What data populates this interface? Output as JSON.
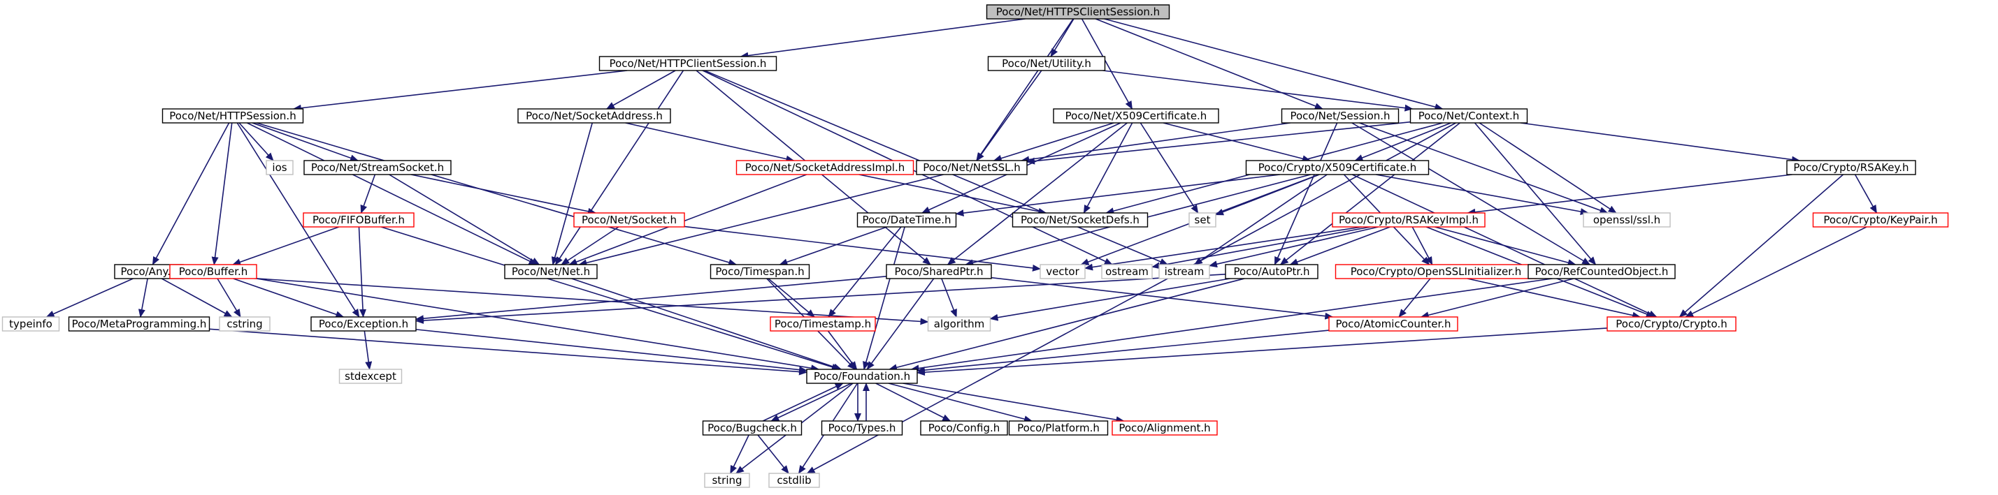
{
  "diagram": {
    "colors": {
      "edge": "#191970",
      "box_border_black": "#000000",
      "box_border_red": "#ff0000",
      "box_border_gray": "#bfbfbf",
      "root_fill": "#bfbfbf",
      "node_fill": "#ffffff"
    },
    "nodes": [
      {
        "id": "root",
        "label": "Poco/Net/HTTPSClientSession.h",
        "style": "root"
      },
      {
        "id": "httpclient",
        "label": "Poco/Net/HTTPClientSession.h",
        "style": "black"
      },
      {
        "id": "utility",
        "label": "Poco/Net/Utility.h",
        "style": "black"
      },
      {
        "id": "httpsession",
        "label": "Poco/Net/HTTPSession.h",
        "style": "black"
      },
      {
        "id": "sockaddr",
        "label": "Poco/Net/SocketAddress.h",
        "style": "black"
      },
      {
        "id": "x509net",
        "label": "Poco/Net/X509Certificate.h",
        "style": "black"
      },
      {
        "id": "session",
        "label": "Poco/Net/Session.h",
        "style": "black"
      },
      {
        "id": "context",
        "label": "Poco/Net/Context.h",
        "style": "black"
      },
      {
        "id": "ios",
        "label": "ios",
        "style": "gray"
      },
      {
        "id": "streamsock",
        "label": "Poco/Net/StreamSocket.h",
        "style": "black"
      },
      {
        "id": "sockaddrimpl",
        "label": "Poco/Net/SocketAddressImpl.h",
        "style": "red"
      },
      {
        "id": "netssl",
        "label": "Poco/Net/NetSSL.h",
        "style": "black"
      },
      {
        "id": "cx509",
        "label": "Poco/Crypto/X509Certificate.h",
        "style": "black"
      },
      {
        "id": "rsakey",
        "label": "Poco/Crypto/RSAKey.h",
        "style": "black"
      },
      {
        "id": "fifobuf",
        "label": "Poco/FIFOBuffer.h",
        "style": "red"
      },
      {
        "id": "socket",
        "label": "Poco/Net/Socket.h",
        "style": "red"
      },
      {
        "id": "datetime",
        "label": "Poco/DateTime.h",
        "style": "black"
      },
      {
        "id": "sockdefs",
        "label": "Poco/Net/SocketDefs.h",
        "style": "black"
      },
      {
        "id": "set",
        "label": "set",
        "style": "gray"
      },
      {
        "id": "rsakeyimpl",
        "label": "Poco/Crypto/RSAKeyImpl.h",
        "style": "red"
      },
      {
        "id": "opensslssl",
        "label": "openssl/ssl.h",
        "style": "gray"
      },
      {
        "id": "keypair",
        "label": "Poco/Crypto/KeyPair.h",
        "style": "red"
      },
      {
        "id": "any",
        "label": "Poco/Any.h",
        "style": "black"
      },
      {
        "id": "buffer",
        "label": "Poco/Buffer.h",
        "style": "red"
      },
      {
        "id": "netnet",
        "label": "Poco/Net/Net.h",
        "style": "black"
      },
      {
        "id": "timespan",
        "label": "Poco/Timespan.h",
        "style": "black"
      },
      {
        "id": "sharedptr",
        "label": "Poco/SharedPtr.h",
        "style": "black"
      },
      {
        "id": "vector",
        "label": "vector",
        "style": "gray"
      },
      {
        "id": "ostream",
        "label": "ostream",
        "style": "gray"
      },
      {
        "id": "istream",
        "label": "istream",
        "style": "gray"
      },
      {
        "id": "autoptr",
        "label": "Poco/AutoPtr.h",
        "style": "black"
      },
      {
        "id": "opensslinit",
        "label": "Poco/Crypto/OpenSSLInitializer.h",
        "style": "red"
      },
      {
        "id": "refcounted",
        "label": "Poco/RefCountedObject.h",
        "style": "black"
      },
      {
        "id": "typeinfo",
        "label": "typeinfo",
        "style": "gray"
      },
      {
        "id": "cstring",
        "label": "cstring",
        "style": "gray"
      },
      {
        "id": "exception",
        "label": "Poco/Exception.h",
        "style": "black"
      },
      {
        "id": "algorithm",
        "label": "algorithm",
        "style": "gray"
      },
      {
        "id": "metaprog",
        "label": "Poco/MetaProgramming.h",
        "style": "black"
      },
      {
        "id": "timestamp",
        "label": "Poco/Timestamp.h",
        "style": "red"
      },
      {
        "id": "atomiccounter",
        "label": "Poco/AtomicCounter.h",
        "style": "red"
      },
      {
        "id": "crypto",
        "label": "Poco/Crypto/Crypto.h",
        "style": "red"
      },
      {
        "id": "stdexcept",
        "label": "stdexcept",
        "style": "gray"
      },
      {
        "id": "foundation",
        "label": "Poco/Foundation.h",
        "style": "black"
      },
      {
        "id": "bugcheck",
        "label": "Poco/Bugcheck.h",
        "style": "black"
      },
      {
        "id": "types",
        "label": "Poco/Types.h",
        "style": "black"
      },
      {
        "id": "config",
        "label": "Poco/Config.h",
        "style": "black"
      },
      {
        "id": "platform",
        "label": "Poco/Platform.h",
        "style": "black"
      },
      {
        "id": "alignment",
        "label": "Poco/Alignment.h",
        "style": "red"
      },
      {
        "id": "string",
        "label": "string",
        "style": "gray"
      },
      {
        "id": "cstdlib",
        "label": "cstdlib",
        "style": "gray"
      }
    ],
    "edges": [
      [
        "root",
        "httpclient"
      ],
      [
        "root",
        "utility"
      ],
      [
        "root",
        "netssl"
      ],
      [
        "root",
        "x509net"
      ],
      [
        "root",
        "session"
      ],
      [
        "root",
        "context"
      ],
      [
        "httpclient",
        "httpsession"
      ],
      [
        "httpclient",
        "sockaddr"
      ],
      [
        "httpclient",
        "netnet"
      ],
      [
        "httpclient",
        "sharedptr"
      ],
      [
        "httpclient",
        "istream"
      ],
      [
        "httpclient",
        "ostream"
      ],
      [
        "utility",
        "netssl"
      ],
      [
        "utility",
        "context"
      ],
      [
        "httpsession",
        "ios"
      ],
      [
        "httpsession",
        "streamsock"
      ],
      [
        "httpsession",
        "buffer"
      ],
      [
        "httpsession",
        "any"
      ],
      [
        "httpsession",
        "timespan"
      ],
      [
        "httpsession",
        "exception"
      ],
      [
        "httpsession",
        "netnet"
      ],
      [
        "sockaddr",
        "sockaddrimpl"
      ],
      [
        "sockaddr",
        "netnet"
      ],
      [
        "sockaddrimpl",
        "sockdefs"
      ],
      [
        "sockaddrimpl",
        "netnet"
      ],
      [
        "x509net",
        "netssl"
      ],
      [
        "x509net",
        "cx509"
      ],
      [
        "x509net",
        "datetime"
      ],
      [
        "x509net",
        "sharedptr"
      ],
      [
        "x509net",
        "set"
      ],
      [
        "x509net",
        "sockdefs"
      ],
      [
        "session",
        "netssl"
      ],
      [
        "session",
        "autoptr"
      ],
      [
        "session",
        "refcounted"
      ],
      [
        "session",
        "opensslssl"
      ],
      [
        "context",
        "netssl"
      ],
      [
        "context",
        "sockdefs"
      ],
      [
        "context",
        "cx509"
      ],
      [
        "context",
        "rsakey"
      ],
      [
        "context",
        "autoptr"
      ],
      [
        "context",
        "refcounted"
      ],
      [
        "context",
        "opensslssl"
      ],
      [
        "context",
        "cstdlib"
      ],
      [
        "netssl",
        "netnet"
      ],
      [
        "streamsock",
        "socket"
      ],
      [
        "streamsock",
        "fifobuf"
      ],
      [
        "streamsock",
        "netnet"
      ],
      [
        "socket",
        "netnet"
      ],
      [
        "socket",
        "vector"
      ],
      [
        "fifobuf",
        "buffer"
      ],
      [
        "fifobuf",
        "exception"
      ],
      [
        "fifobuf",
        "foundation"
      ],
      [
        "cx509",
        "datetime"
      ],
      [
        "cx509",
        "sharedptr"
      ],
      [
        "cx509",
        "set"
      ],
      [
        "cx509",
        "vector"
      ],
      [
        "cx509",
        "istream"
      ],
      [
        "cx509",
        "opensslinit"
      ],
      [
        "cx509",
        "opensslssl"
      ],
      [
        "cx509",
        "crypto"
      ],
      [
        "rsakey",
        "rsakeyimpl"
      ],
      [
        "rsakey",
        "keypair"
      ],
      [
        "rsakey",
        "crypto"
      ],
      [
        "keypair",
        "crypto"
      ],
      [
        "rsakeyimpl",
        "refcounted"
      ],
      [
        "rsakeyimpl",
        "autoptr"
      ],
      [
        "rsakeyimpl",
        "opensslinit"
      ],
      [
        "rsakeyimpl",
        "vector"
      ],
      [
        "rsakeyimpl",
        "istream"
      ],
      [
        "rsakeyimpl",
        "ostream"
      ],
      [
        "rsakeyimpl",
        "crypto"
      ],
      [
        "datetime",
        "timespan"
      ],
      [
        "datetime",
        "timestamp"
      ],
      [
        "datetime",
        "foundation"
      ],
      [
        "timespan",
        "timestamp"
      ],
      [
        "timespan",
        "foundation"
      ],
      [
        "sharedptr",
        "exception"
      ],
      [
        "sharedptr",
        "atomiccounter"
      ],
      [
        "sharedptr",
        "algorithm"
      ],
      [
        "sharedptr",
        "foundation"
      ],
      [
        "autoptr",
        "exception"
      ],
      [
        "autoptr",
        "algorithm"
      ],
      [
        "autoptr",
        "foundation"
      ],
      [
        "opensslinit",
        "atomiccounter"
      ],
      [
        "opensslinit",
        "crypto"
      ],
      [
        "refcounted",
        "atomiccounter"
      ],
      [
        "refcounted",
        "foundation"
      ],
      [
        "any",
        "typeinfo"
      ],
      [
        "any",
        "cstring"
      ],
      [
        "any",
        "metaprog"
      ],
      [
        "any",
        "algorithm"
      ],
      [
        "buffer",
        "cstring"
      ],
      [
        "buffer",
        "exception"
      ],
      [
        "buffer",
        "foundation"
      ],
      [
        "netnet",
        "foundation"
      ],
      [
        "exception",
        "stdexcept"
      ],
      [
        "exception",
        "foundation"
      ],
      [
        "metaprog",
        "foundation"
      ],
      [
        "timestamp",
        "foundation"
      ],
      [
        "atomiccounter",
        "foundation"
      ],
      [
        "crypto",
        "foundation"
      ],
      [
        "foundation",
        "bugcheck"
      ],
      [
        "foundation",
        "types"
      ],
      [
        "foundation",
        "config"
      ],
      [
        "foundation",
        "platform"
      ],
      [
        "foundation",
        "alignment"
      ],
      [
        "foundation",
        "string"
      ],
      [
        "foundation",
        "cstdlib"
      ],
      [
        "bugcheck",
        "foundation"
      ],
      [
        "bugcheck",
        "string"
      ],
      [
        "bugcheck",
        "cstdlib"
      ],
      [
        "types",
        "foundation"
      ]
    ]
  }
}
